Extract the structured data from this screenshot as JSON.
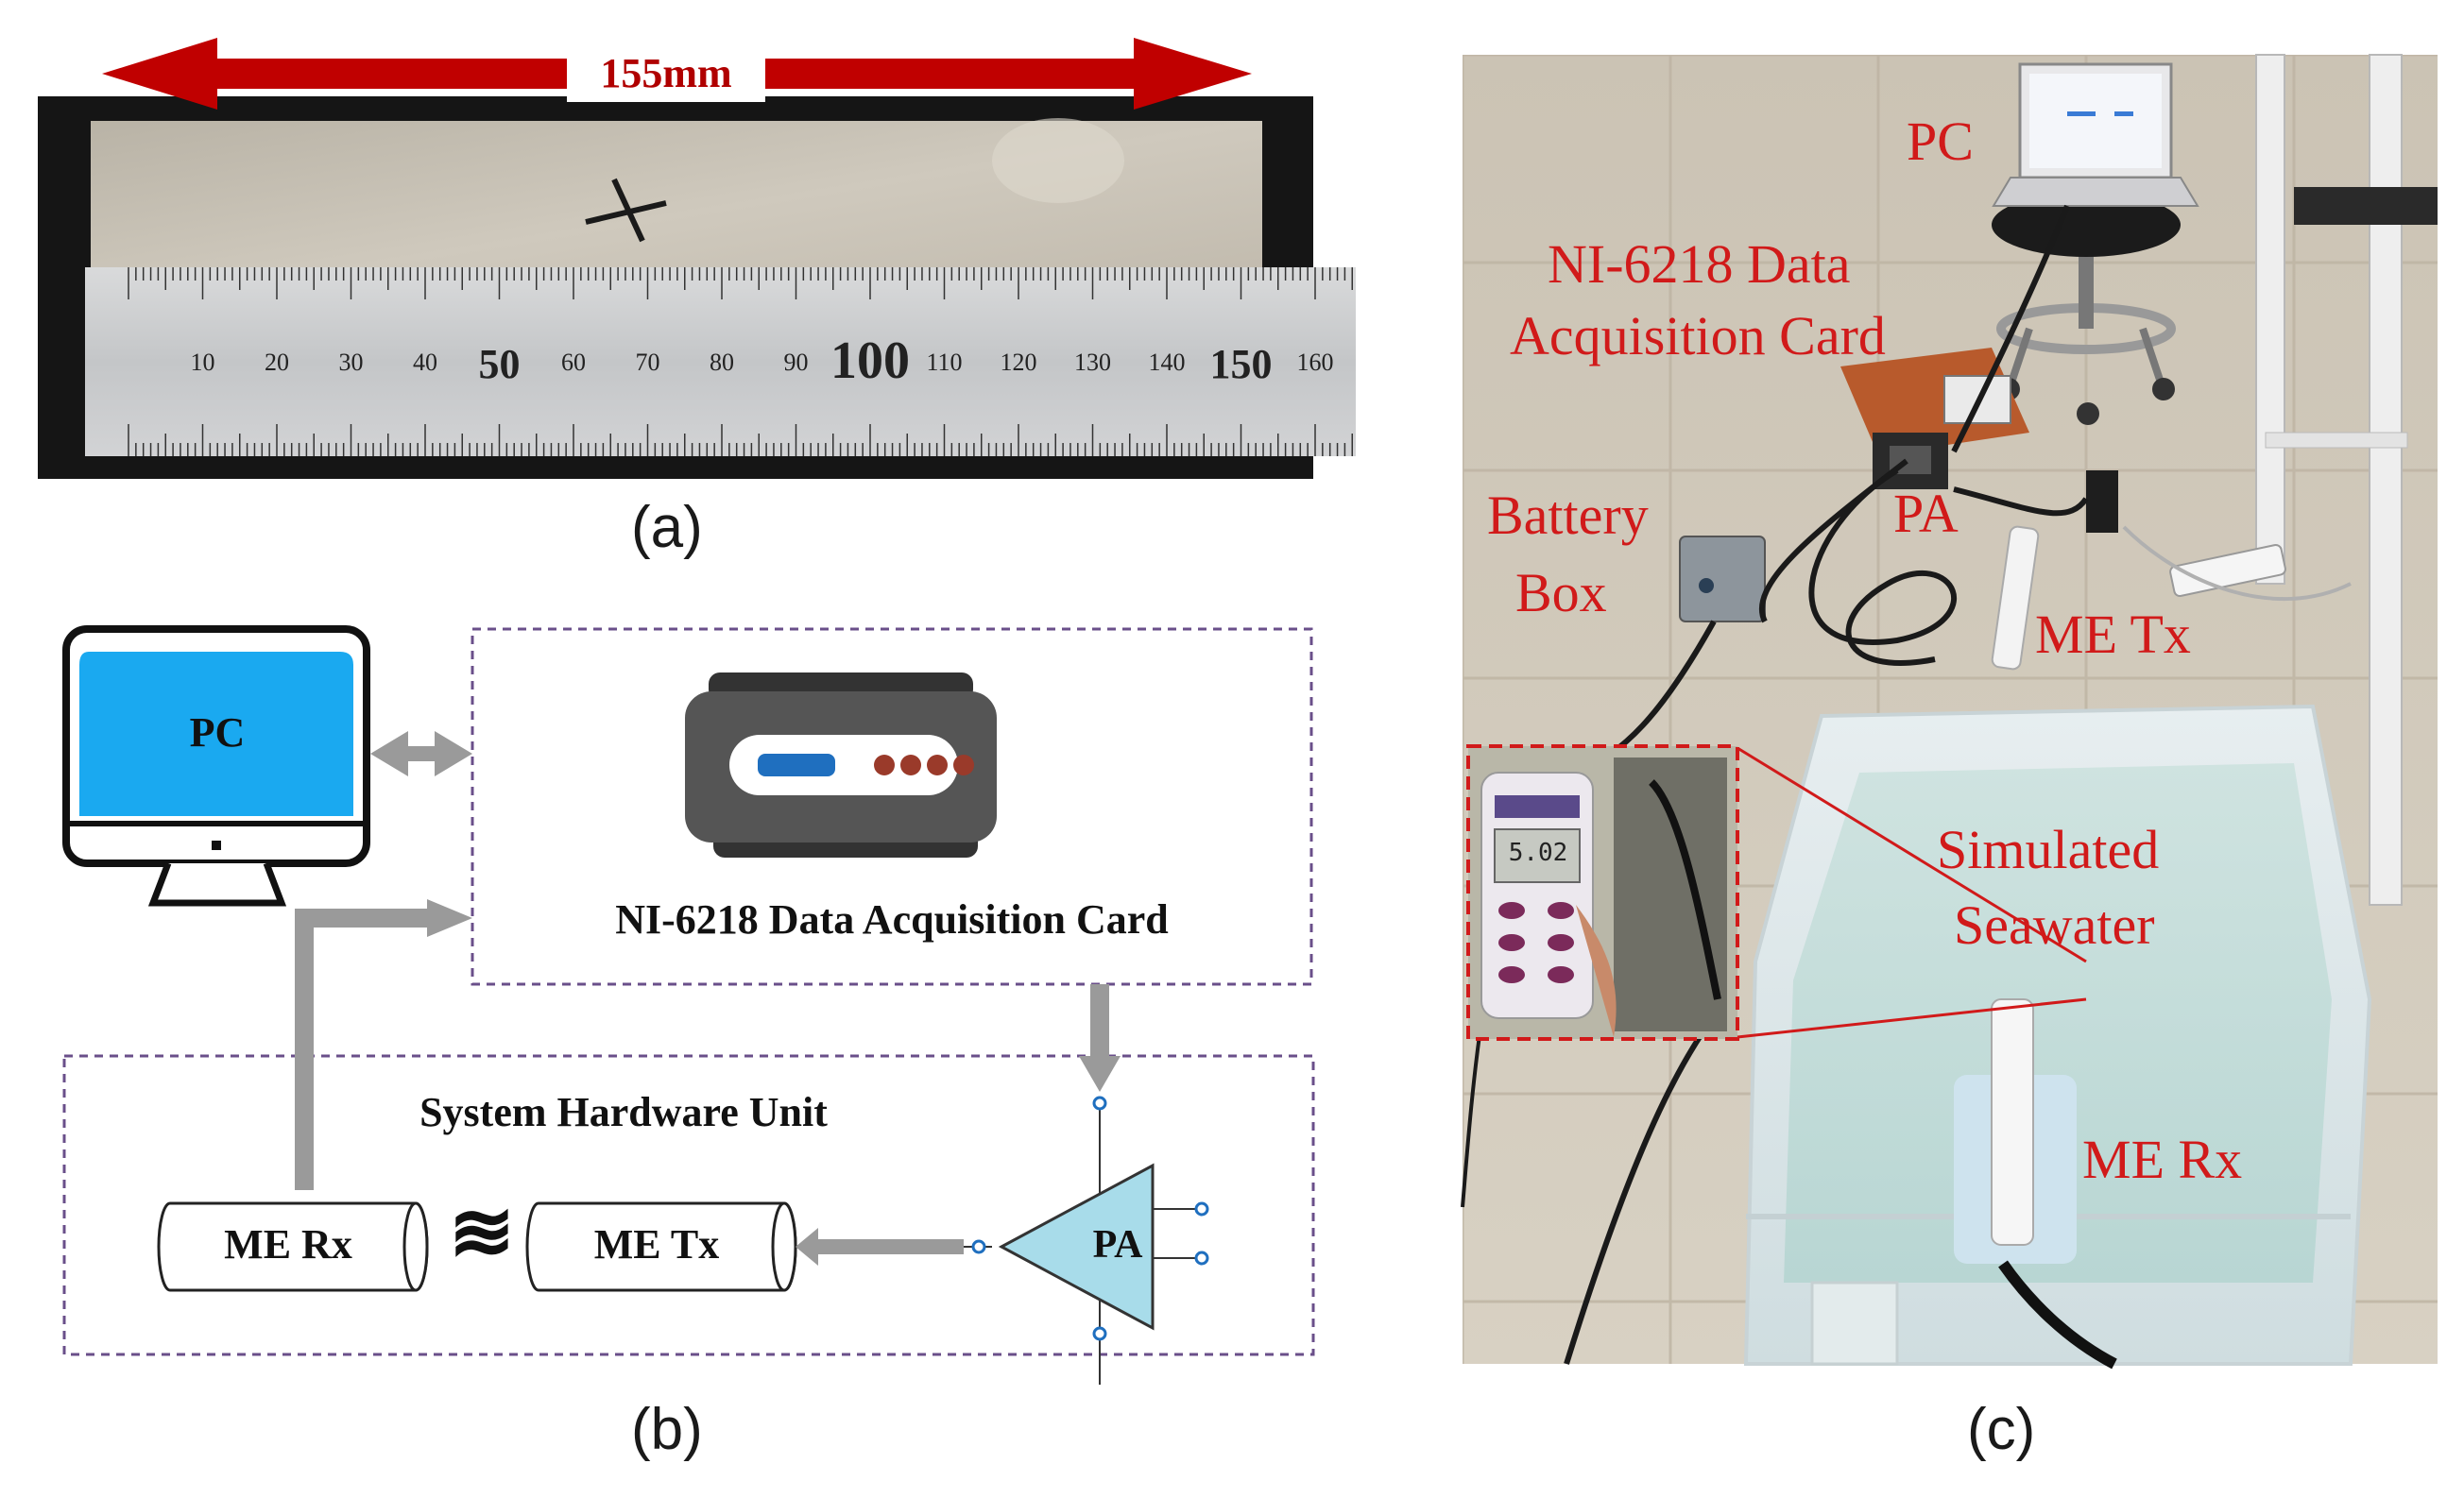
{
  "panel_a": {
    "caption": "(a)",
    "dimension_label": "155mm",
    "ruler_ticks": [
      "10",
      "20",
      "30",
      "40",
      "50",
      "60",
      "70",
      "80",
      "90",
      "100",
      "110",
      "120",
      "130",
      "140",
      "150",
      "160"
    ],
    "arrow_color": "#c00000"
  },
  "panel_b": {
    "caption": "(b)",
    "pc_label": "PC",
    "daq_label": "NI-6218 Data Acquisition Card",
    "hardware_unit_label": "System Hardware Unit",
    "rx_label": "ME Rx",
    "tx_label": "ME Tx",
    "pa_label": "PA",
    "wireless_symbol": "≋",
    "screen_color": "#1aa9f0",
    "pa_color": "#a8dcea",
    "arrow_color": "#9a9a9a",
    "frame_color": "#6a4f8a"
  },
  "panel_c": {
    "caption": "(c)",
    "labels": {
      "pc": "PC",
      "daq_line1": "NI-6218 Data",
      "daq_line2": "Acquisition Card",
      "battery_line1": "Battery",
      "battery_line2": "Box",
      "pa": "PA",
      "tx": "ME Tx",
      "water_line1": "Simulated",
      "water_line2": "Seawater",
      "rx": "ME Rx"
    },
    "meter_reading": "5.02",
    "label_color": "#d11a1a"
  }
}
